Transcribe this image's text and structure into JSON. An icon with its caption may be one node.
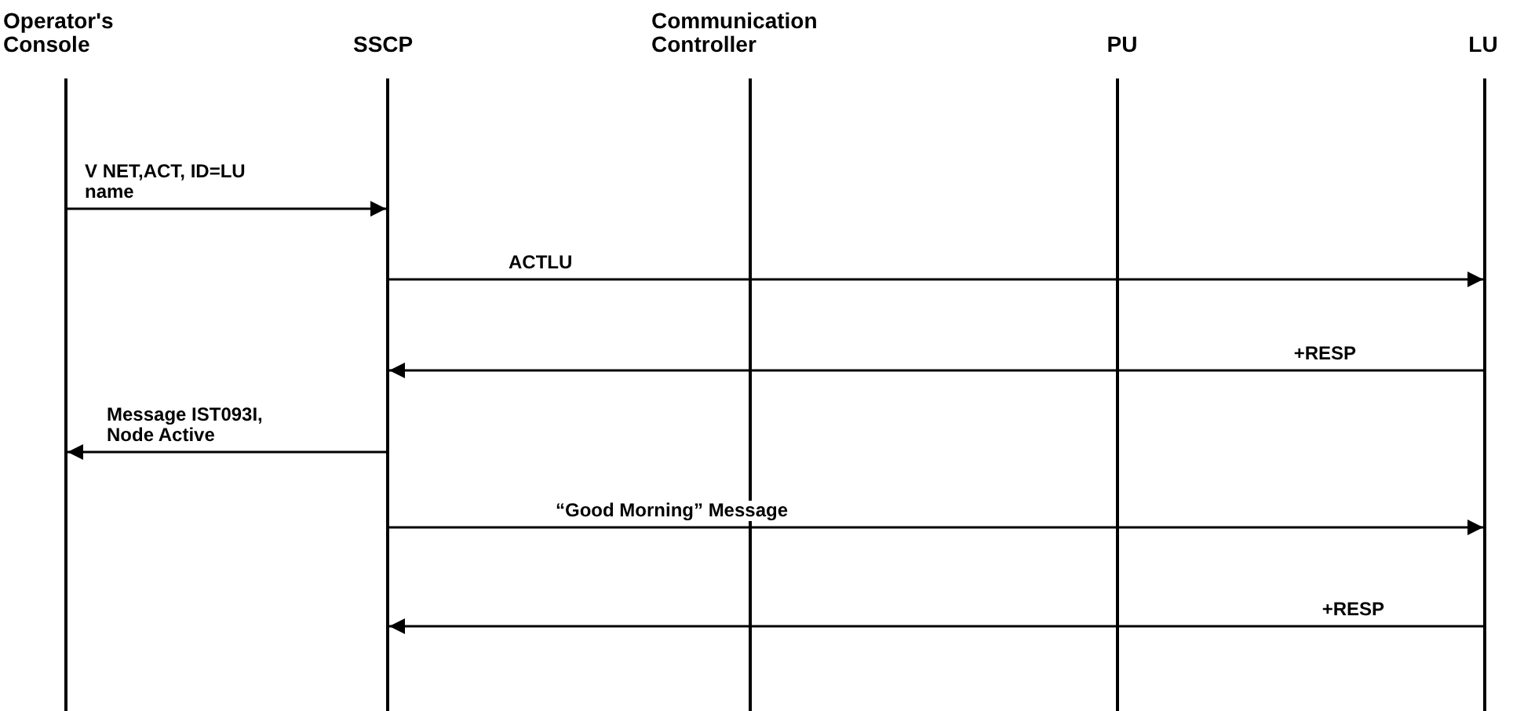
{
  "diagram": {
    "nodes": [
      {
        "text": [
          "Operator's Console"
        ]
      },
      {
        "text": [
          "SSCP"
        ]
      },
      {
        "text": [
          "Communication Controller"
        ]
      },
      {
        "text": [
          "PU"
        ]
      },
      {
        "text": [
          "LU"
        ]
      }
    ],
    "edges": [
      {
        "from": 0,
        "to": 1,
        "arrow": "to",
        "label": "V NET,ACT, ID=LU name"
      },
      {
        "from": 1,
        "to": 4,
        "arrow": "to",
        "label": "ACTLU"
      },
      {
        "from": 4,
        "to": 1,
        "arrow": "to",
        "label": "+RESP"
      },
      {
        "from": 1,
        "to": 0,
        "arrow": "to",
        "label": "Message IST093I, Node Active"
      },
      {
        "from": 1,
        "to": 4,
        "arrow": "to",
        "label": "“Good Morning” Message"
      },
      {
        "from": 4,
        "to": 1,
        "arrow": "to",
        "label": "+RESP"
      }
    ]
  }
}
